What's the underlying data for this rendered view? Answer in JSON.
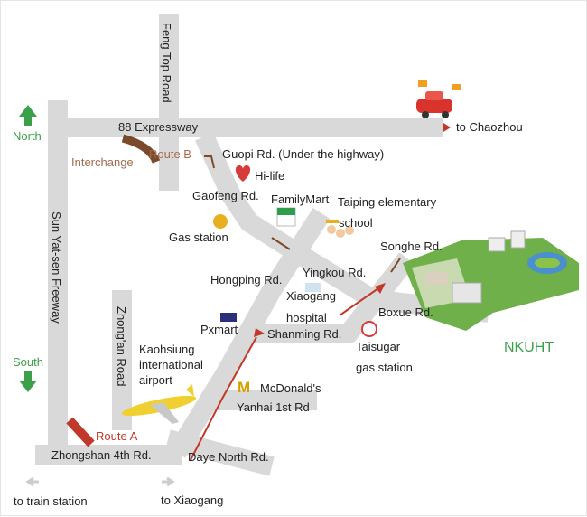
{
  "roads": {
    "expressway": "88 Expressway",
    "feng_top": "Feng Top Road",
    "sun_yat_sen": "Sun Yat-sen Freeway",
    "zhongan": "Zhong'an Road",
    "zhongshan": "Zhongshan 4th Rd.",
    "guopi": "Guopi Rd. (Under the highway)",
    "gaofeng": "Gaofeng Rd.",
    "hongping": "Hongping Rd.",
    "yingkou": "Yingkou Rd.",
    "songhe": "Songhe Rd.",
    "boxue": "Boxue Rd.",
    "shanming": "Shanming Rd.",
    "yanhai": "Yanhai 1st Rd",
    "daye": "Daye North Rd."
  },
  "compass": {
    "north": "North",
    "south": "South"
  },
  "routes": {
    "a": "Route A",
    "b": "Route B",
    "interchange": "Interchange"
  },
  "places": {
    "hilife": "Hi-life",
    "familymart": "FamilyMart",
    "taiping_1": "Taiping elementary",
    "taiping_2": "school",
    "gas": "Gas station",
    "hospital_1": "Xiaogang",
    "hospital_2": "hospital",
    "pxmart": "Pxmart",
    "airport_1": "Kaohsiung",
    "airport_2": "international",
    "airport_3": "airport",
    "mcdonalds": "McDonald's",
    "taisugar_1": "Taisugar",
    "taisugar_2": "gas station",
    "nkuht": "NKUHT"
  },
  "destinations": {
    "chaozhou": "to Chaozhou",
    "train": "to train station",
    "xiaogang": "to Xiaogang"
  },
  "colors": {
    "road": "#d9d9d9",
    "green": "#3aa04a",
    "route_a": "#c0392b",
    "route_b": "#7a4a2a"
  }
}
